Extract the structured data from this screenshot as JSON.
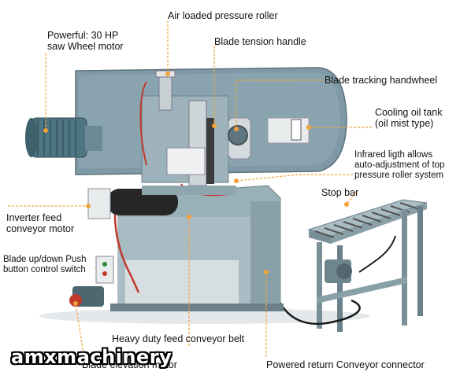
{
  "labels": {
    "air_roller": "Air loaded pressure roller",
    "motor_line1": "Powerful: 30 HP",
    "motor_line2": "saw Wheel motor",
    "tension_handle": "Blade tension handle",
    "tracking_handwheel": "Blade tracking handwheel",
    "oil_line1": "Cooling oil tank",
    "oil_line2": "(oil mist type)",
    "infrared_line1": "Infrared ligth allows",
    "infrared_line2": "auto-adjustment of top",
    "infrared_line3": "pressure roller system",
    "stop_bar": "Stop bar",
    "inverter_line1": "Inverter feed",
    "inverter_line2": "conveyor motor",
    "pushbutton_line1": "Blade up/down Push",
    "pushbutton_line2": "button control switch",
    "feed_belt": "Heavy duty feed conveyor belt",
    "elevation_motor": "Blade elevation motor",
    "return_connector": "Powered return Conveyor connector"
  },
  "watermark": "amxmachinery",
  "colors": {
    "machine_body": "#7f9aa6",
    "machine_dark": "#5f7680",
    "base": "#9ab0b9",
    "leader": "#f2a23a",
    "motor_red": "#c0392b"
  }
}
